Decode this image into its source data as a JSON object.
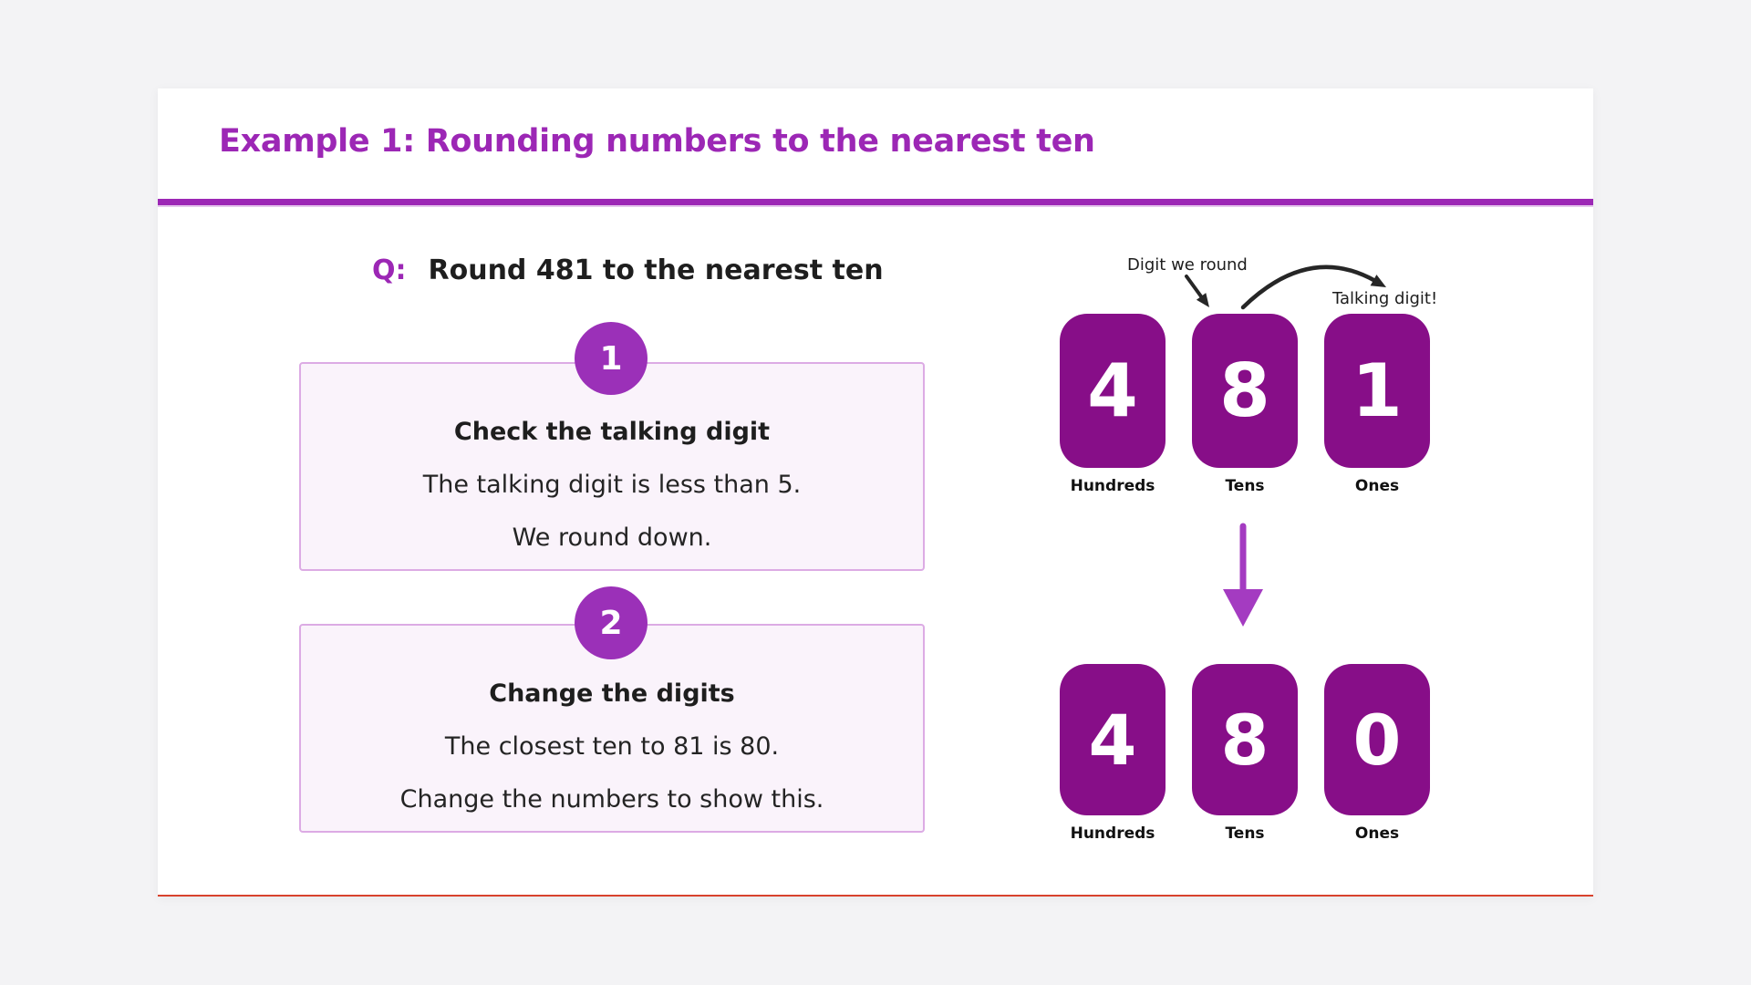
{
  "slide": {
    "title": "Example 1: Rounding numbers to the nearest ten",
    "question_prefix": "Q:",
    "question_text": "Round 481 to the nearest ten"
  },
  "steps": [
    {
      "number": "1",
      "heading": "Check the talking digit",
      "line1": "The talking digit is less than 5.",
      "line2": "We round down."
    },
    {
      "number": "2",
      "heading": "Change the digits",
      "line1": "The closest ten to 81 is 80.",
      "line2": "Change the numbers to show this."
    }
  ],
  "diagram": {
    "annotation_round": "Digit we round",
    "annotation_talking": "Talking digit!",
    "top_row": {
      "cards": [
        {
          "digit": "4",
          "label": "Hundreds"
        },
        {
          "digit": "8",
          "label": "Tens"
        },
        {
          "digit": "1",
          "label": "Ones"
        }
      ]
    },
    "bottom_row": {
      "cards": [
        {
          "digit": "4",
          "label": "Hundreds"
        },
        {
          "digit": "8",
          "label": "Tens"
        },
        {
          "digit": "0",
          "label": "Ones"
        }
      ]
    }
  },
  "colors": {
    "page-bg": "#f3f3f5",
    "panel-bg": "#ffffff",
    "accent": "#9c27b5",
    "badge": "#9b30b8",
    "card": "#870e88",
    "down-arrow": "#a43bc1",
    "box-bg": "#faf3fb",
    "box-border": "#dcabe4",
    "red-line": "#d8422d",
    "text-dark": "#1e1e1e",
    "annotation": "#1d1d1d"
  }
}
